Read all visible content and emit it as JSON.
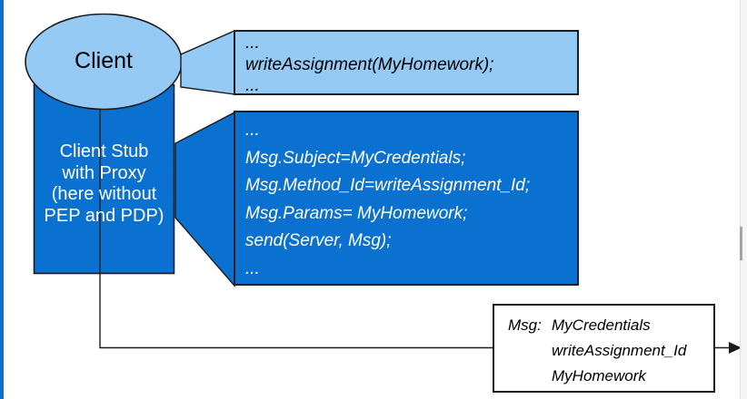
{
  "colors": {
    "node_light_blue": "#95caf5",
    "node_dark_blue": "#0b71d0",
    "outline_black": "#1c1c1c",
    "text_on_dark": "#ffffff",
    "text_on_light": "#000000"
  },
  "nodes": {
    "client": {
      "label": "Client"
    },
    "client_stub": {
      "lines": [
        "Client Stub",
        "with Proxy",
        "(here without",
        "PEP and PDP)"
      ]
    }
  },
  "callouts": {
    "client_code": {
      "lines": [
        "...",
        "writeAssignment(MyHomework);",
        "..."
      ]
    },
    "stub_code": {
      "lines": [
        "...",
        "Msg.Subject=MyCredentials;",
        "Msg.Method_Id=writeAssignment_Id;",
        "Msg.Params= MyHomework;",
        "send(Server, Msg);",
        "..."
      ]
    }
  },
  "message": {
    "label": "Msg:",
    "fields": [
      "MyCredentials",
      "writeAssignment_Id",
      "MyHomework"
    ]
  }
}
